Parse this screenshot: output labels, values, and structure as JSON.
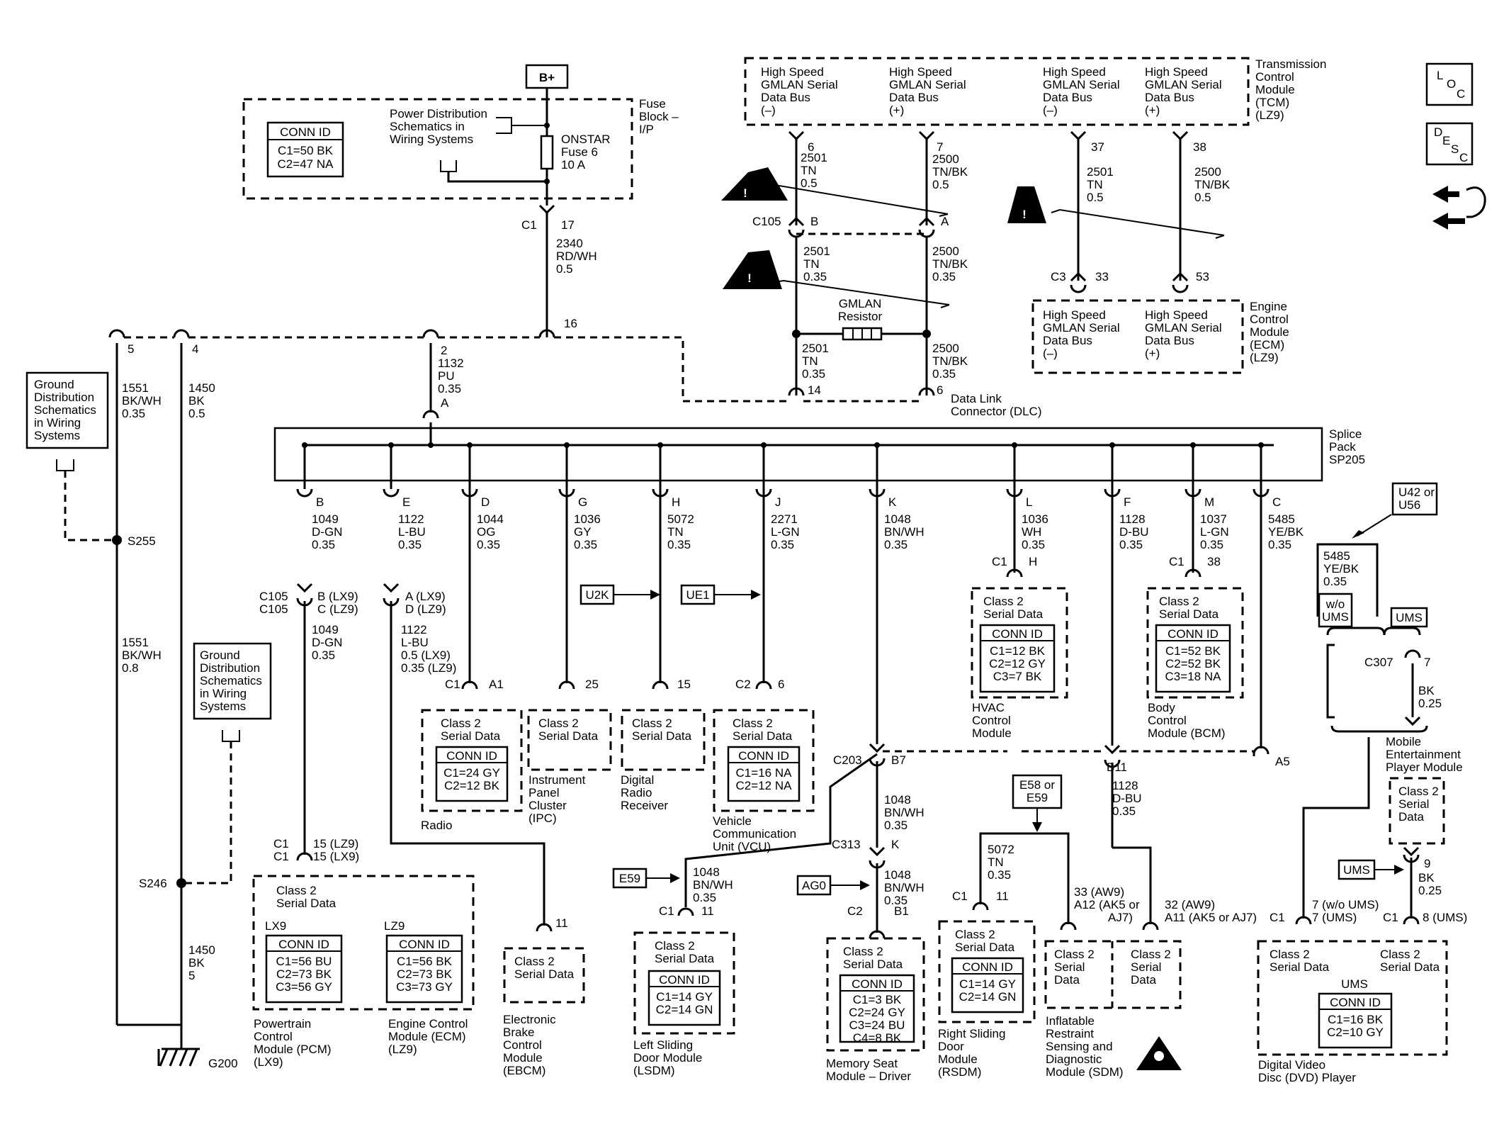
{
  "b_plus": "B+",
  "fuse_block": {
    "name": [
      "Fuse",
      "Block –",
      "I/P"
    ],
    "conn_id": {
      "title": "CONN ID",
      "lines": [
        "C1=50 BK",
        "C2=47 NA"
      ]
    },
    "power_ref": [
      "Power Distribution",
      "Schematics in",
      "Wiring Systems"
    ],
    "fuse": [
      "ONSTAR",
      "Fuse 6",
      "10 A"
    ]
  },
  "fuse_out": {
    "conn": "C1",
    "pin": "17",
    "circuit": [
      "2340",
      "RD/WH",
      "0.5"
    ],
    "dlc_pin": "16"
  },
  "tcm": {
    "name": [
      "Transmission",
      "Control",
      "Module",
      "(TCM)",
      "(LZ9)"
    ],
    "pins": [
      {
        "label": [
          "High Speed",
          "GMLAN Serial",
          "Data Bus",
          "(–)"
        ],
        "pin": "6"
      },
      {
        "label": [
          "High Speed",
          "GMLAN Serial",
          "Data Bus",
          "(+)"
        ],
        "pin": "7"
      },
      {
        "label": [
          "High Speed",
          "GMLAN Serial",
          "Data Bus",
          "(–)"
        ],
        "pin": "37"
      },
      {
        "label": [
          "High Speed",
          "GMLAN Serial",
          "Data Bus",
          "(+)"
        ],
        "pin": "38"
      }
    ]
  },
  "gmlan": {
    "w1": [
      "2501",
      "TN",
      "0.5"
    ],
    "w2": [
      "2500",
      "TN/BK",
      "0.5"
    ],
    "c105": "C105",
    "c105_b": "B",
    "c105_a": "A",
    "w3": [
      "2501",
      "TN",
      "0.35"
    ],
    "w4": [
      "2500",
      "TN/BK",
      "0.35"
    ],
    "resistor": [
      "GMLAN",
      "Resistor"
    ],
    "w5": [
      "2501",
      "TN",
      "0.35"
    ],
    "w6": [
      "2500",
      "TN/BK",
      "0.35"
    ],
    "dlc_pin14": "14",
    "dlc_pin6": "6",
    "dlc": [
      "Data Link",
      "Connector (DLC)"
    ],
    "w7": [
      "2501",
      "TN",
      "0.5"
    ],
    "w8": [
      "2500",
      "TN/BK",
      "0.5"
    ],
    "c3": "C3",
    "ecm_pin33": "33",
    "ecm_pin53": "53"
  },
  "ecm_top": {
    "name": [
      "Engine",
      "Control",
      "Module",
      "(ECM)",
      "(LZ9)"
    ],
    "pins": [
      [
        "High Speed",
        "GMLAN Serial",
        "Data Bus",
        "(–)"
      ],
      [
        "High Speed",
        "GMLAN Serial",
        "Data Bus",
        "(+)"
      ]
    ]
  },
  "loc": [
    "L",
    "O",
    "C"
  ],
  "desc": [
    "D",
    "E",
    "S",
    "C"
  ],
  "ground_ref1": [
    "Ground",
    "Distribution",
    "Schematics",
    "in Wiring",
    "Systems"
  ],
  "ground_ref2": [
    "Ground",
    "Distribution",
    "Schematics",
    "in Wiring",
    "Systems"
  ],
  "left_wires": {
    "pin5": "5",
    "pin4": "4",
    "w5": [
      "1551",
      "BK/WH",
      "0.35"
    ],
    "w4": [
      "1450",
      "BK",
      "0.5"
    ],
    "s255": "S255",
    "w_lower": [
      "1551",
      "BK/WH",
      "0.8"
    ],
    "s246": "S246",
    "w_gnd": [
      "1450",
      "BK",
      "5"
    ],
    "g200": "G200"
  },
  "dlc_pin2": {
    "pin": "2",
    "circuit": [
      "1132",
      "PU",
      "0.35"
    ],
    "splice_pin": "A"
  },
  "splice": [
    "Splice",
    "Pack",
    "SP205"
  ],
  "branches": [
    {
      "pin": "B",
      "circuit": [
        "1049",
        "D-GN",
        "0.35"
      ]
    },
    {
      "pin": "E",
      "circuit": [
        "1122",
        "L-BU",
        "0.35"
      ]
    },
    {
      "pin": "D",
      "circuit": [
        "1044",
        "OG",
        "0.35"
      ]
    },
    {
      "pin": "G",
      "circuit": [
        "1036",
        "GY",
        "0.35"
      ]
    },
    {
      "pin": "H",
      "circuit": [
        "5072",
        "TN",
        "0.35"
      ]
    },
    {
      "pin": "J",
      "circuit": [
        "2271",
        "L-GN",
        "0.35"
      ]
    },
    {
      "pin": "K",
      "circuit": [
        "1048",
        "BN/WH",
        "0.35"
      ]
    },
    {
      "pin": "L",
      "circuit": [
        "1036",
        "WH",
        "0.35"
      ]
    },
    {
      "pin": "F",
      "circuit": [
        "1128",
        "D-BU",
        "0.35"
      ]
    },
    {
      "pin": "M",
      "circuit": [
        "1037",
        "L-GN",
        "0.35"
      ]
    },
    {
      "pin": "C",
      "circuit": [
        "5485",
        "YE/BK",
        "0.35"
      ]
    }
  ],
  "c105_low": {
    "left": [
      "C105",
      "C105"
    ],
    "b": [
      "B (LX9)",
      "C (LZ9)"
    ],
    "w_b": [
      "1049",
      "D-GN",
      "0.35"
    ],
    "e": [
      "A (LX9)",
      "D (LZ9)"
    ],
    "w_e": [
      "1122",
      "L-BU",
      "0.5 (LX9)",
      "0.35 (LZ9)"
    ]
  },
  "options": {
    "u2k": "U2K",
    "ue1": "UE1",
    "e59a": "E59",
    "ag0": "AG0",
    "e58": [
      "E58 or",
      "E59"
    ],
    "u42": [
      "U42 or",
      "U56"
    ],
    "ums": "UMS",
    "wo_ums": [
      "w/o",
      "UMS"
    ]
  },
  "class2": "Class 2",
  "serial_data": "Serial Data",
  "conn_id": "CONN ID",
  "radio": {
    "conn": "C1",
    "pin": "A1",
    "ids": [
      "C1=24 GY",
      "C2=12 BK"
    ],
    "name": [
      "Radio"
    ]
  },
  "ipc": {
    "pin": "25",
    "name": [
      "Instrument",
      "Panel",
      "Cluster",
      "(IPC)"
    ]
  },
  "drr": {
    "pin": "15",
    "name": [
      "Digital",
      "Radio",
      "Receiver"
    ]
  },
  "vcu": {
    "conn": "C2",
    "pin": "6",
    "ids": [
      "C1=16 NA",
      "C2=12 NA"
    ],
    "name": [
      "Vehicle",
      "Communication",
      "Unit (VCU)"
    ]
  },
  "hvac": {
    "conn": "C1",
    "pin": "H",
    "ids": [
      "C1=12 BK",
      "C2=12 GY",
      "C3=7 BK"
    ],
    "name": [
      "HVAC",
      "Control",
      "Module"
    ]
  },
  "bcm": {
    "conn": "C1",
    "pin": "38",
    "ids": [
      "C1=52 BK",
      "C2=52 BK",
      "C3=18 NA"
    ],
    "name": [
      "Body",
      "Control",
      "Module (BCM)"
    ]
  },
  "pcm": {
    "conn": [
      "C1",
      "C1"
    ],
    "pin": [
      "15 (LZ9)",
      "15 (LX9)"
    ],
    "lx9": "LX9",
    "lz9": "LZ9",
    "ids_lx9": [
      "C1=56 BU",
      "C2=73 BK",
      "C3=56 GY"
    ],
    "ids_lz9": [
      "C1=56 BK",
      "C2=73 BK",
      "C3=73 GY"
    ],
    "name_lx9": [
      "Powertrain",
      "Control",
      "Module (PCM)",
      "(LX9)"
    ],
    "name_lz9": [
      "Engine Control",
      "Module (ECM)",
      "(LZ9)"
    ]
  },
  "ebcm": {
    "pin": "11",
    "name": [
      "Electronic",
      "Brake",
      "Control",
      "Module",
      "(EBCM)"
    ]
  },
  "c203": {
    "conn": "C203",
    "pin": "B7",
    "w": [
      "1048",
      "BN/WH",
      "0.35"
    ],
    "c313": "C313",
    "k": "K",
    "w2": [
      "1048",
      "BN/WH",
      "0.35"
    ]
  },
  "lsdm": {
    "w": [
      "1048",
      "BN/WH",
      "0.35"
    ],
    "conn": "C1",
    "pin": "11",
    "ids": [
      "C1=14 GY",
      "C2=14 GN"
    ],
    "name": [
      "Left Sliding",
      "Door Module",
      "(LSDM)"
    ]
  },
  "msm": {
    "conn": "C2",
    "pin": "B1",
    "ids": [
      "C1=3 BK",
      "C2=24 GY",
      "C3=24 BU",
      "C4=8 BK"
    ],
    "name": [
      "Memory Seat",
      "Module – Driver"
    ]
  },
  "b11": {
    "pin": "B11",
    "w": [
      "1128",
      "D-BU",
      "0.35"
    ],
    "a5": "A5"
  },
  "rsdm": {
    "w": [
      "5072",
      "TN",
      "0.35"
    ],
    "conn": "C1",
    "pin": "11",
    "ids": [
      "C1=14 GY",
      "C2=14 GN"
    ],
    "name": [
      "Right Sliding",
      "Door",
      "Module",
      "(RSDM)"
    ]
  },
  "sdm": {
    "pin1": [
      "33 (AW9)",
      "A12 (AK5 or",
      "AJ7)"
    ],
    "pin2": [
      "32 (AW9)",
      "A11 (AK5 or AJ7)"
    ],
    "box": [
      "Class 2",
      "Serial",
      "Data"
    ],
    "name": [
      "Inflatable",
      "Restraint",
      "Sensing and",
      "Diagnostic",
      "Module (SDM)"
    ]
  },
  "mepm": {
    "w": [
      "5485",
      "YE/BK",
      "0.35"
    ],
    "c307": "C307",
    "pin7": "7",
    "w2": [
      "BK",
      "0.25"
    ],
    "name": [
      "Mobile",
      "Entertainment",
      "Player Module"
    ],
    "box": [
      "Class 2",
      "Serial",
      "Data"
    ],
    "pin9": "9",
    "w3": [
      "BK",
      "0.25"
    ]
  },
  "dvd": {
    "c1a": "C1",
    "pin_a": [
      "7 (w/o UMS)",
      "7 (UMS)"
    ],
    "c1b": "C1",
    "pin_b": "8 (UMS)",
    "ums": "UMS",
    "ids": [
      "C1=16 BK",
      "C2=10 GY"
    ],
    "name": [
      "Digital Video",
      "Disc (DVD) Player"
    ]
  }
}
